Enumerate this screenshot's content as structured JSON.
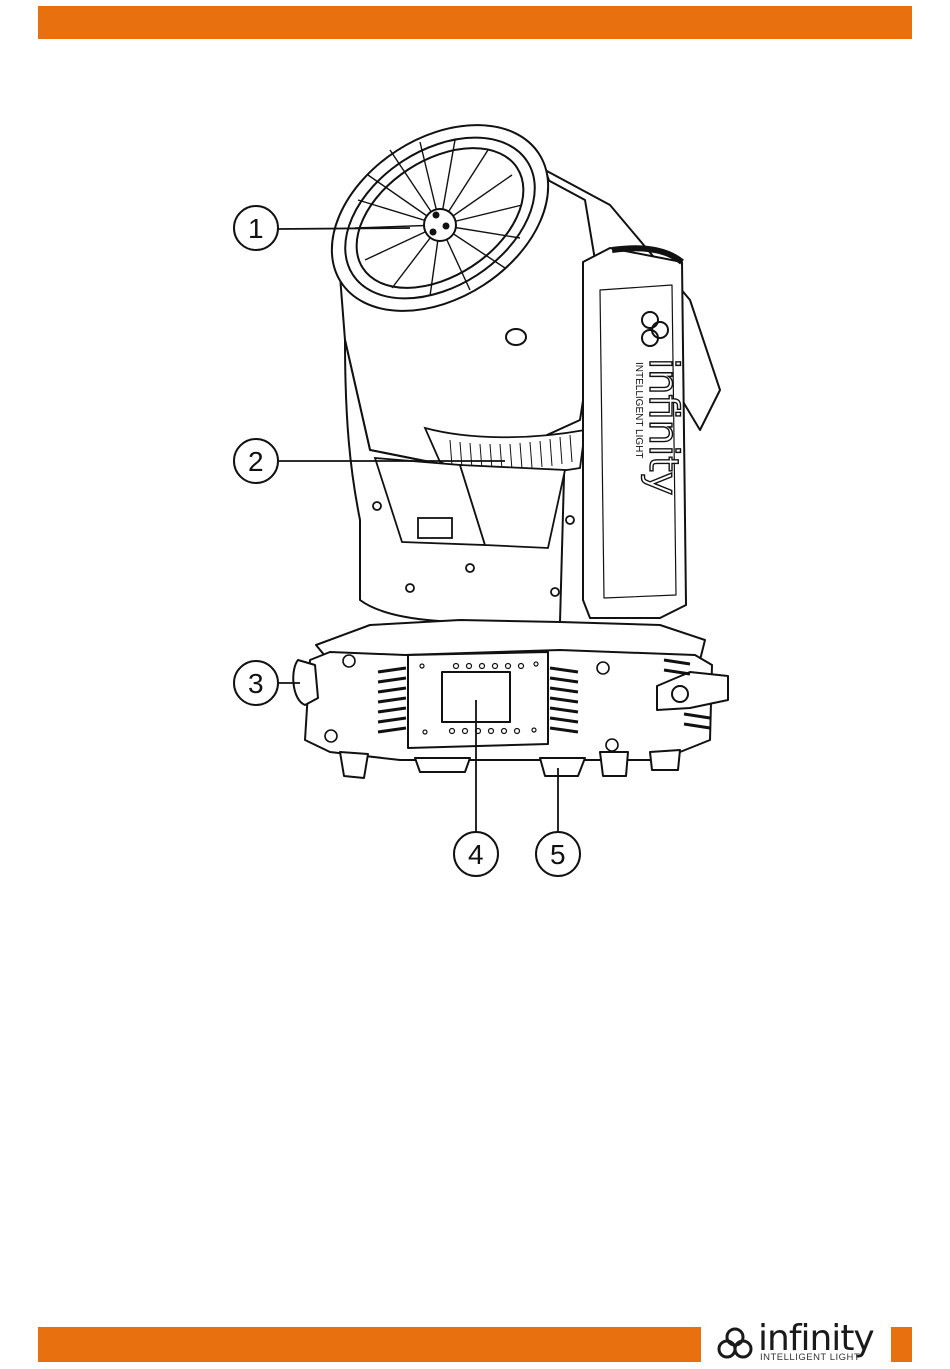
{
  "page": {
    "accent_color": "#e8700f"
  },
  "callouts": [
    {
      "number": "1",
      "target": "lens"
    },
    {
      "number": "2",
      "target": "head-handle"
    },
    {
      "number": "3",
      "target": "base-handle"
    },
    {
      "number": "4",
      "target": "control-panel-display"
    },
    {
      "number": "5",
      "target": "base-foot"
    }
  ],
  "fixture": {
    "brand_vertical": "infinity",
    "brand_sub_vertical": "INTELLIGENT LIGHT"
  },
  "footer": {
    "logo_word": "infinity",
    "logo_sub": "INTELLIGENT LIGHT",
    "logo_icon": "trefoil-knot-icon"
  }
}
